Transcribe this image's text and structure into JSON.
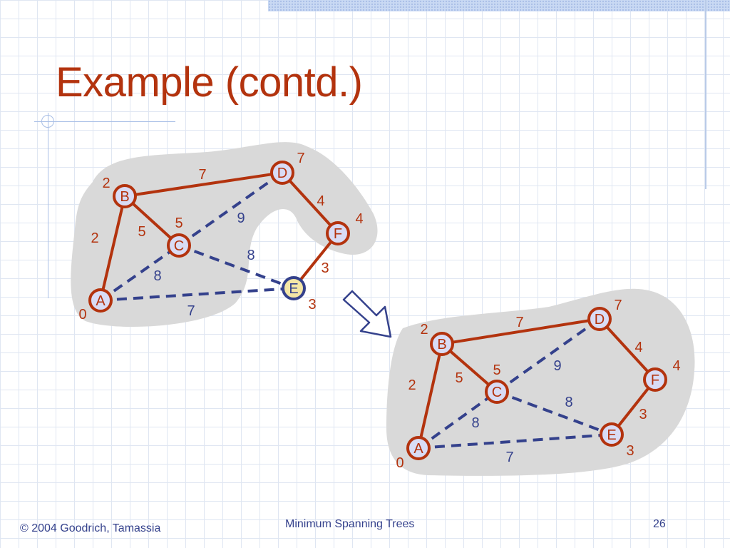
{
  "slide": {
    "title": "Example (contd.)"
  },
  "footer": {
    "copyright": "© 2004 Goodrich, Tamassia",
    "topic": "Minimum Spanning Trees",
    "page_number": "26"
  },
  "graphs": [
    {
      "id": "before",
      "nodes": [
        {
          "label": "A",
          "distance": "0"
        },
        {
          "label": "B",
          "distance": "2"
        },
        {
          "label": "C",
          "distance": "5"
        },
        {
          "label": "D",
          "distance": "7"
        },
        {
          "label": "E",
          "distance": "3",
          "highlighted": true
        },
        {
          "label": "F",
          "distance": "4"
        }
      ],
      "edges": [
        {
          "from": "A",
          "to": "B",
          "weight": "2",
          "style": "tree"
        },
        {
          "from": "B",
          "to": "C",
          "weight": "5",
          "style": "tree"
        },
        {
          "from": "B",
          "to": "D",
          "weight": "7",
          "style": "tree"
        },
        {
          "from": "D",
          "to": "F",
          "weight": "4",
          "style": "tree"
        },
        {
          "from": "F",
          "to": "E",
          "weight": "3",
          "style": "tree"
        },
        {
          "from": "A",
          "to": "C",
          "weight": "8",
          "style": "candidate"
        },
        {
          "from": "C",
          "to": "D",
          "weight": "9",
          "style": "candidate"
        },
        {
          "from": "C",
          "to": "E",
          "weight": "8",
          "style": "candidate"
        },
        {
          "from": "A",
          "to": "E",
          "weight": "7",
          "style": "candidate"
        }
      ]
    },
    {
      "id": "after",
      "nodes": [
        {
          "label": "A",
          "distance": "0"
        },
        {
          "label": "B",
          "distance": "2"
        },
        {
          "label": "C",
          "distance": "5"
        },
        {
          "label": "D",
          "distance": "7"
        },
        {
          "label": "E",
          "distance": "3"
        },
        {
          "label": "F",
          "distance": "4"
        }
      ],
      "edges": [
        {
          "from": "A",
          "to": "B",
          "weight": "2",
          "style": "tree"
        },
        {
          "from": "B",
          "to": "C",
          "weight": "5",
          "style": "tree"
        },
        {
          "from": "B",
          "to": "D",
          "weight": "7",
          "style": "tree"
        },
        {
          "from": "D",
          "to": "F",
          "weight": "4",
          "style": "tree"
        },
        {
          "from": "F",
          "to": "E",
          "weight": "3",
          "style": "tree"
        },
        {
          "from": "A",
          "to": "C",
          "weight": "8",
          "style": "candidate"
        },
        {
          "from": "C",
          "to": "D",
          "weight": "9",
          "style": "candidate"
        },
        {
          "from": "C",
          "to": "E",
          "weight": "8",
          "style": "candidate"
        },
        {
          "from": "A",
          "to": "E",
          "weight": "7",
          "style": "candidate"
        }
      ]
    }
  ],
  "colors": {
    "title": "#b3330e",
    "tree_edge": "#b3330e",
    "candidate_edge": "#34418c",
    "node_fill": "#d9dcf5",
    "highlight_fill": "#f4e6a6",
    "cloud": "#d9d9d9",
    "footer_text": "#34418c"
  },
  "icons": {
    "transition": "hollow-arrow-icon"
  }
}
